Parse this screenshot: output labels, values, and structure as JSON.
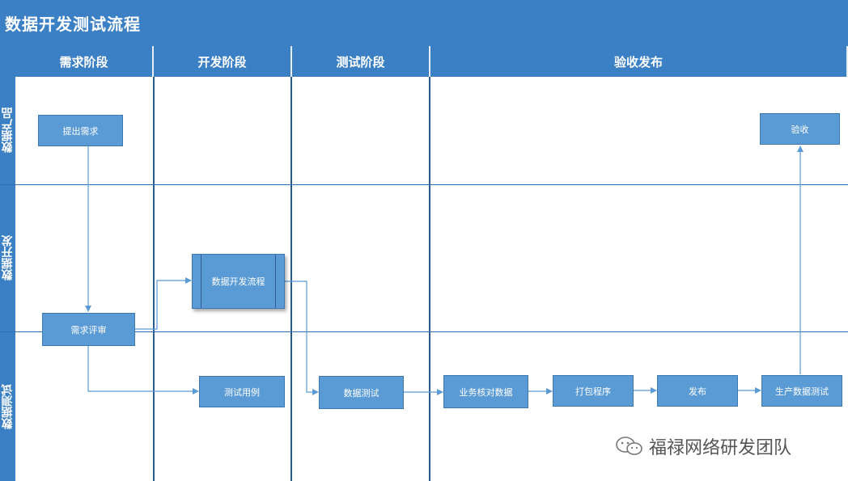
{
  "title": "数据开发测试流程",
  "phases": [
    "需求阶段",
    "开发阶段",
    "测试阶段",
    "验收发布"
  ],
  "lanes": [
    "数据产品",
    "数据开发",
    "数据测试"
  ],
  "nodes": {
    "raise_req": "提出需求",
    "req_review": "需求评审",
    "dev_flow": "数据开发流程",
    "test_cases": "测试用例",
    "data_test": "数据测试",
    "biz_check": "业务核对数据",
    "package": "打包程序",
    "release": "发布",
    "prod_test": "生产数据测试",
    "accept": "验收"
  },
  "watermark": "福禄网络研发团队",
  "colors": {
    "header": "#3b7fc4",
    "node_fill": "#5b9bd5",
    "arrow": "#5b9bd5"
  }
}
